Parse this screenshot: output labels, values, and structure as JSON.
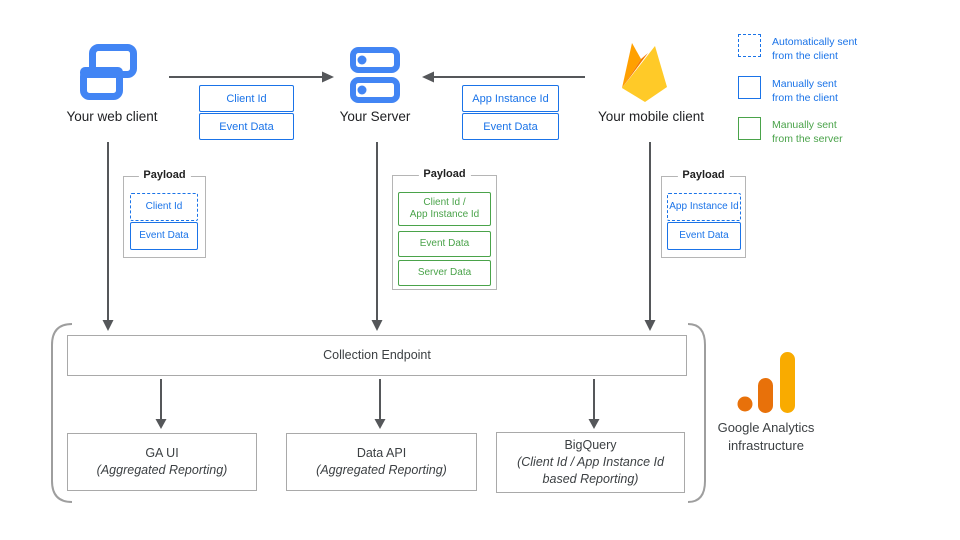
{
  "clients": {
    "web": {
      "label": "Your web client"
    },
    "server": {
      "label": "Your Server"
    },
    "mobile": {
      "label": "Your mobile client"
    }
  },
  "flows": {
    "web_to_server": {
      "items": [
        "Client Id",
        "Event Data"
      ]
    },
    "mobile_to_server": {
      "items": [
        "App Instance Id",
        "Event Data"
      ]
    }
  },
  "legend": {
    "items": [
      {
        "label": "Automatically sent\nfrom the client",
        "style": "dashed-blue"
      },
      {
        "label": "Manually sent\nfrom the client",
        "style": "solid-blue"
      },
      {
        "label": "Manually sent\nfrom the server",
        "style": "solid-green"
      }
    ]
  },
  "payloads": {
    "web": {
      "title": "Payload",
      "items": [
        {
          "label": "Client Id",
          "style": "dashed-blue"
        },
        {
          "label": "Event Data",
          "style": "solid-blue"
        }
      ]
    },
    "server": {
      "title": "Payload",
      "items": [
        {
          "label": "Client Id /\nApp Instance Id",
          "style": "solid-green"
        },
        {
          "label": "Event Data",
          "style": "solid-green"
        },
        {
          "label": "Server Data",
          "style": "solid-green"
        }
      ]
    },
    "mobile": {
      "title": "Payload",
      "items": [
        {
          "label": "App Instance Id",
          "style": "dashed-blue"
        },
        {
          "label": "Event Data",
          "style": "solid-blue"
        }
      ]
    }
  },
  "infrastructure": {
    "endpoint_label": "Collection Endpoint",
    "services": [
      {
        "title": "GA UI",
        "subtitle": "(Aggregated Reporting)"
      },
      {
        "title": "Data API",
        "subtitle": "(Aggregated Reporting)"
      },
      {
        "title": "BigQuery",
        "subtitle": "(Client Id / App Instance Id based Reporting)"
      }
    ],
    "brand": {
      "name": "Google Analytics",
      "caption": "infrastructure"
    }
  },
  "palette": {
    "icon_blue": "#4285f4",
    "chip_blue": "#1a73e8",
    "chip_green": "#4aa34a",
    "arrow_gray": "#55575a",
    "border_gray": "#a9a9a9",
    "bracket_gray": "#9e9e9e",
    "firebase_yellow": "#FFCA28",
    "firebase_orange": "#FFA000",
    "firebase_dark_orange": "#F57C00",
    "ga_dark_orange": "#E8710A",
    "ga_amber": "#F9AB00"
  }
}
